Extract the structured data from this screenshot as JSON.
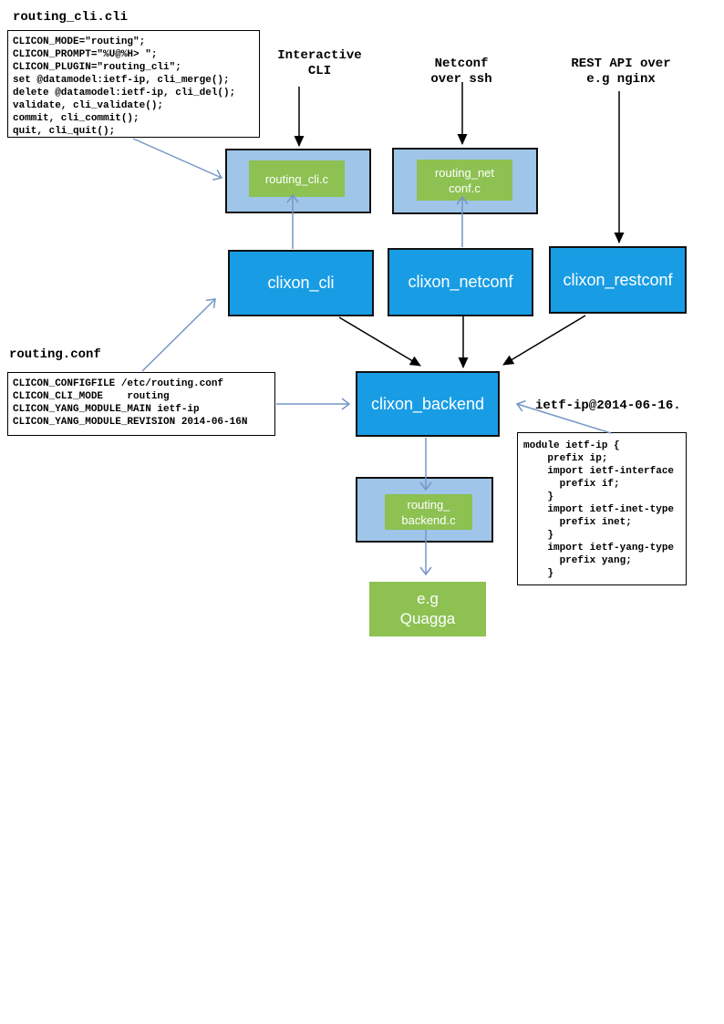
{
  "colors": {
    "node_blue": "#189DE4",
    "container_light_blue": "#9FC5E8",
    "plugin_green": "#8DC152",
    "arrow_blue": "#7596C6",
    "arrow_black": "#000000",
    "page_background": "#ffffff"
  },
  "files": {
    "routing_cli": {
      "label": "routing_cli.cli",
      "code": [
        "CLICON_MODE=\"routing\";",
        "CLICON_PROMPT=\"%U@%H> \";",
        "CLICON_PLUGIN=\"routing_cli\";",
        "set @datamodel:ietf-ip, cli_merge();",
        "delete @datamodel:ietf-ip, cli_del();",
        "validate, cli_validate();",
        "commit, cli_commit();",
        "quit, cli_quit();"
      ]
    },
    "routing_conf": {
      "label": "routing.conf",
      "code": [
        "CLICON_CONFIGFILE /etc/routing.conf",
        "CLICON_CLI_MODE    routing",
        "CLICON_YANG_MODULE_MAIN ietf-ip",
        "CLICON_YANG_MODULE_REVISION 2014-06-16N"
      ]
    },
    "yang_module": {
      "label": "ietf-ip@2014-06-16.",
      "code": [
        "module ietf-ip {",
        "    prefix ip;",
        "    import ietf-interface",
        "      prefix if;",
        "    }",
        "    import ietf-inet-type",
        "      prefix inet;",
        "    }",
        "    import ietf-yang-type",
        "      prefix yang;",
        "    }"
      ]
    }
  },
  "annotations": {
    "interactive_cli": "Interactive\nCLI",
    "netconf_ssh": "Netconf\nover ssh",
    "rest_api": "REST API over\ne.g nginx"
  },
  "nodes": {
    "routing_cli_c": "routing_cli.c",
    "routing_netconf_c": "routing_net\nconf.c",
    "clixon_cli": "clixon_cli",
    "clixon_netconf": "clixon_netconf",
    "clixon_restconf": "clixon_restconf",
    "clixon_backend": "clixon_backend",
    "routing_backend_c": "routing_\nbackend.c",
    "quagga": "e.g\nQuagga"
  }
}
